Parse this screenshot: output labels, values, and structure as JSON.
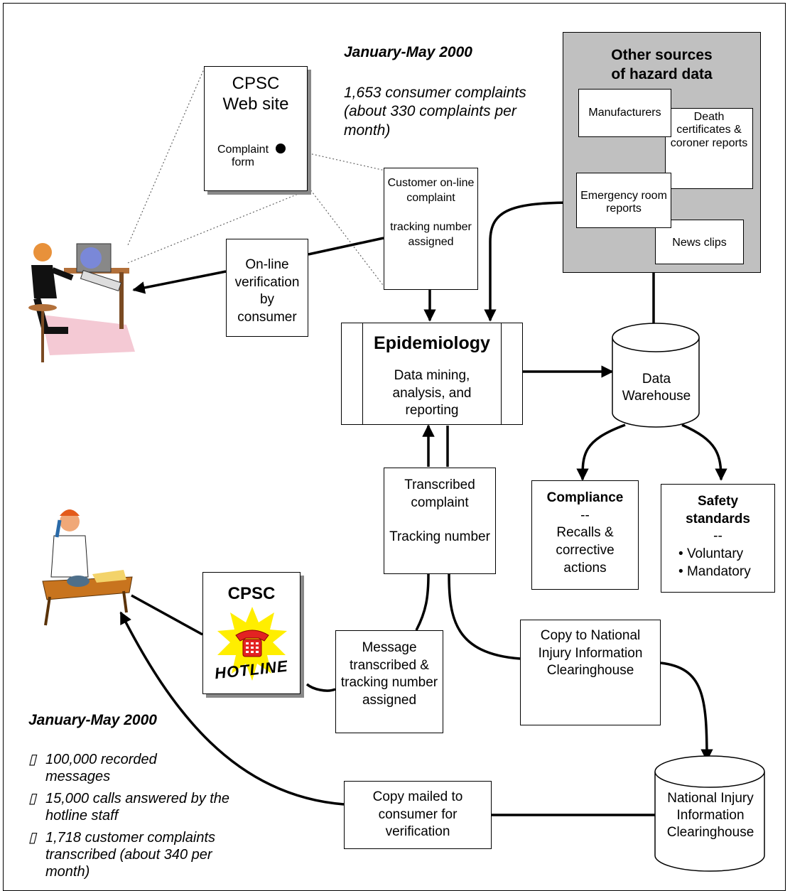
{
  "cpsc_web": {
    "title": "CPSC Web site",
    "complaint_form": "Complaint form"
  },
  "web_stats": {
    "period": "January-May 2000",
    "text": "1,653 consumer complaints (about 330 complaints per month)"
  },
  "other_sources": {
    "title": "Other sources of hazard data",
    "manufacturers": "Manufacturers",
    "death_certificates": "Death certificates & coroner reports",
    "emergency_room": "Emergency room reports",
    "news_clips": "News clips"
  },
  "customer_online": {
    "line1": "Customer on-line complaint",
    "line2": "tracking number assigned"
  },
  "online_verification": "On-line verification by consumer",
  "epidemiology": {
    "title": "Epidemiology",
    "text": "Data mining, analysis, and reporting"
  },
  "data_warehouse": "Data Warehouse",
  "transcribed": {
    "line1": "Transcribed complaint",
    "line2": "Tracking number"
  },
  "compliance": {
    "title": "Compliance",
    "dash": "--",
    "text": "Recalls & corrective actions"
  },
  "safety": {
    "title": "Safety standards",
    "dash": "--",
    "items": [
      "Voluntary",
      "Mandatory"
    ]
  },
  "hotline": {
    "title": "CPSC",
    "label": "HOTLINE"
  },
  "message_transcribed": "Message transcribed & tracking number assigned",
  "copy_niic": "Copy to National Injury Information Clearinghouse",
  "copy_mailed": "Copy mailed to consumer for verification",
  "niic": "National Injury Information Clearinghouse",
  "hotline_stats": {
    "period": "January-May 2000",
    "items": [
      "100,000 recorded messages",
      "15,000 calls answered by the hotline staff",
      "1,718 customer complaints transcribed (about 340 per month)"
    ]
  },
  "colors": {
    "shaded_panel": "#c0c0c0",
    "shadow": "#888888",
    "phone_red": "#e32222",
    "burst_yellow": "#ffee00"
  }
}
